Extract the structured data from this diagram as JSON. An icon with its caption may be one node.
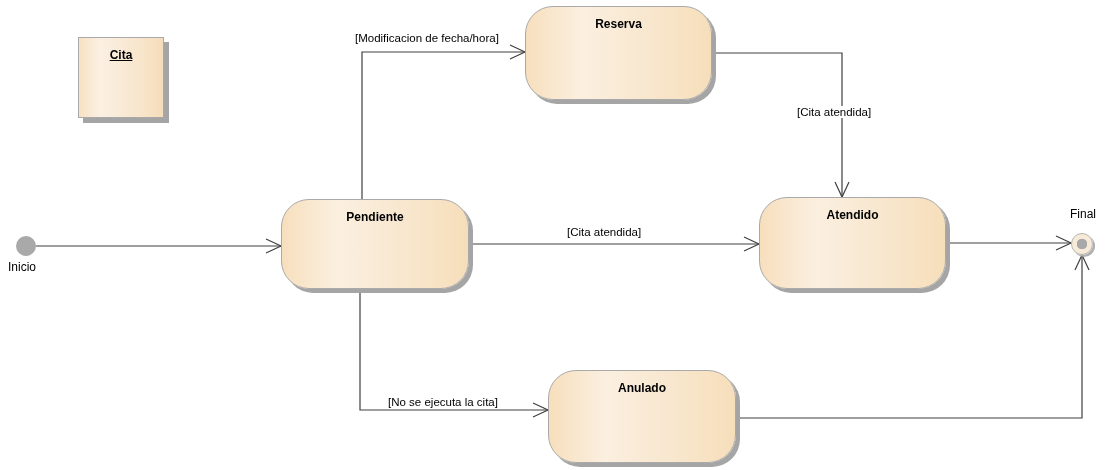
{
  "diagram": {
    "nodes": [
      {
        "text": [
          "Cita"
        ]
      },
      {
        "text": [],
        "shape": "circle",
        "beside": [
          "Inicio"
        ]
      },
      {
        "text": [
          "Pendiente"
        ]
      },
      {
        "text": [
          "Reserva"
        ]
      },
      {
        "text": [
          "Atendido"
        ]
      },
      {
        "text": [
          "Anulado"
        ]
      },
      {
        "text": [],
        "shape": "circle",
        "beside": [
          "Final"
        ]
      }
    ],
    "edges": [
      {
        "from": 1,
        "to": 2,
        "arrow": "to"
      },
      {
        "from": 2,
        "to": 3,
        "arrow": "to",
        "label": "[Modificacion de fecha/hora]"
      },
      {
        "from": 3,
        "to": 4,
        "arrow": "to",
        "label": "[Cita atendida]"
      },
      {
        "from": 2,
        "to": 4,
        "arrow": "to",
        "label": "[Cita atendida]"
      },
      {
        "from": 4,
        "to": 6,
        "arrow": "to"
      },
      {
        "from": 2,
        "to": 5,
        "arrow": "to",
        "label": "[No se ejecuta la cita]"
      },
      {
        "from": 5,
        "to": 6,
        "arrow": "to"
      }
    ]
  }
}
